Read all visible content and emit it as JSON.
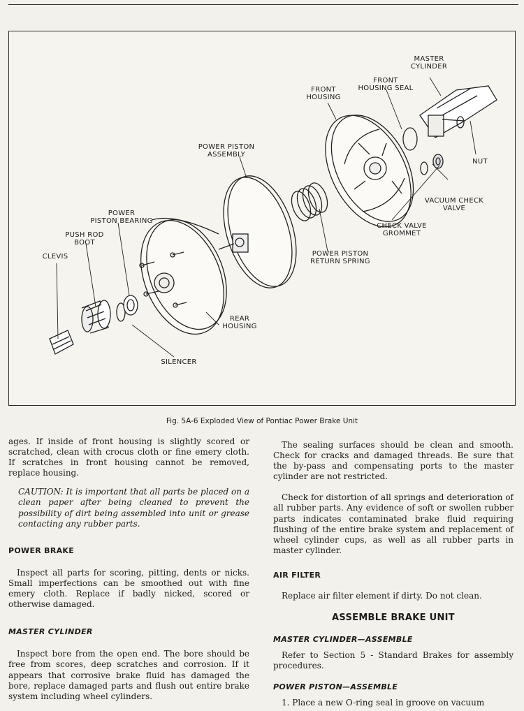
{
  "figure": {
    "labels": {
      "master_cylinder": "MASTER\nCYLINDER",
      "front_housing_seal": "FRONT\nHOUSING SEAL",
      "front_housing": "FRONT\nHOUSING",
      "power_piston_assembly": "POWER PISTON\nASSEMBLY",
      "nut": "NUT",
      "vacuum_check_valve": "VACUUM CHECK\nVALVE",
      "check_valve_grommet": "CHECK VALVE\nGROMMET",
      "power_piston_return_spring": "POWER PISTON\nRETURN SPRING",
      "power_piston_bearing": "POWER\nPISTON BEARING",
      "push_rod_boot": "PUSH ROD\nBOOT",
      "clevis": "CLEVIS",
      "rear_housing": "REAR\nHOUSING",
      "silencer": "SILENCER"
    },
    "caption": "Fig. 5A-6  Exploded View of Pontiac Power Brake Unit"
  },
  "left_column": {
    "p1": "ages. If inside of front housing is slightly scored or scratched, clean with crocus cloth or fine emery cloth. If scratches in front housing cannot be removed, replace housing.",
    "caution": "CAUTION: It is important that all parts be placed on a clean paper after being cleaned to prevent the possibility of dirt being assembled into unit or grease contacting any rubber parts.",
    "h_power_brake": "POWER BRAKE",
    "p2": "Inspect all parts for scoring, pitting, dents or nicks. Small imperfections can be smoothed out with fine emery cloth. Replace if badly nicked, scored or otherwise damaged.",
    "h_master_cylinder": "MASTER CYLINDER",
    "p3": "Inspect bore from the open end. The bore should be free from scores, deep scratches and corrosion. If it appears that corrosive brake fluid has damaged the bore, replace damaged parts and flush out entire brake system including wheel cylinders."
  },
  "right_column": {
    "p1": "The sealing surfaces should be clean and smooth. Check for cracks and damaged threads. Be sure that the by-pass and compensating ports to the master cylinder are not restricted.",
    "p2": "Check for distortion of all springs and deterioration of all rubber parts. Any evidence of soft or swollen rubber parts indicates contaminated brake fluid requiring flushing of the entire brake system and replacement of wheel cylinder cups, as well as all rubber parts in master cylinder.",
    "h_air_filter": "AIR FILTER",
    "p3": "Replace air filter element if dirty. Do not clean.",
    "h_assemble": "ASSEMBLE BRAKE UNIT",
    "h_mc_assemble": "MASTER CYLINDER—ASSEMBLE",
    "p4": "Refer to Section 5 - Standard Brakes for assembly procedures.",
    "h_pp_assemble": "POWER PISTON—ASSEMBLE",
    "p5": "1. Place a new O-ring seal in groove on vacuum"
  }
}
